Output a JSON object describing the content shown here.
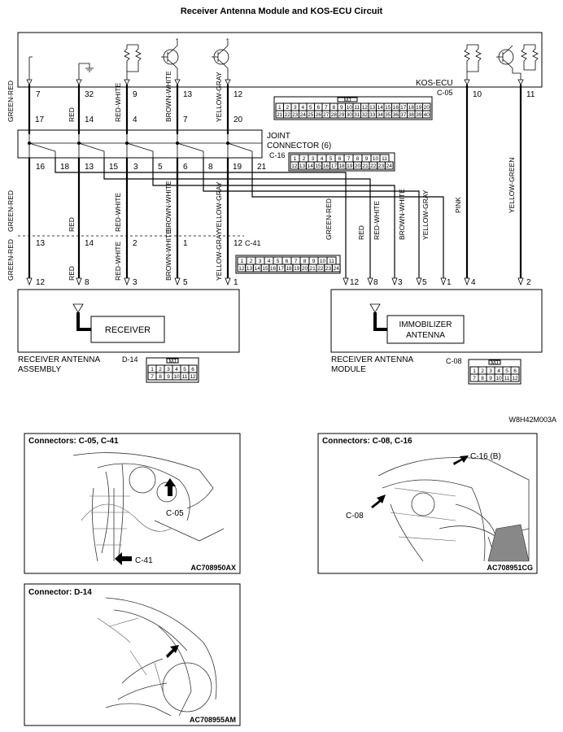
{
  "title": "Receiver Antenna  Module and KOS-ECU Circuit",
  "ecu": {
    "name": "KOS-ECU",
    "connector": "C-05",
    "pins": [
      "7",
      "32",
      "9",
      "13",
      "12",
      "10",
      "11"
    ],
    "connector_top_row": [
      "1",
      "2",
      "3",
      "4",
      "5",
      "6",
      "7",
      "8",
      "9",
      "10",
      "11",
      "12",
      "13",
      "14",
      "15",
      "16",
      "17",
      "18",
      "19",
      "20"
    ],
    "connector_bottom_row": [
      "21",
      "22",
      "23",
      "24",
      "25",
      "26",
      "27",
      "28",
      "29",
      "30",
      "31",
      "32",
      "33",
      "34",
      "35",
      "36",
      "37",
      "38",
      "39",
      "40"
    ]
  },
  "joint_connector": {
    "name": "JOINT CONNECTOR (6)",
    "connector": "C-16",
    "top_pins": [
      "17",
      "14",
      "4",
      "7",
      "20"
    ],
    "bottom_pins": [
      "16",
      "18",
      "13",
      "15",
      "3",
      "5",
      "6",
      "8",
      "19",
      "21"
    ],
    "connector_top_row": [
      "1",
      "2",
      "3",
      "4",
      "5",
      "6",
      "7",
      "8",
      "9",
      "10",
      "11"
    ],
    "connector_bottom_row": [
      "12",
      "13",
      "14",
      "15",
      "16",
      "17",
      "18",
      "19",
      "20",
      "21",
      "22",
      "23",
      "24"
    ]
  },
  "intermediate_connector": {
    "connector": "C-41",
    "pins": [
      "13",
      "14",
      "2",
      "1",
      "12"
    ],
    "connector_top_row": [
      "1",
      "2",
      "3",
      "4",
      "5",
      "6",
      "7",
      "8",
      "9",
      "10",
      "11"
    ],
    "connector_bottom_row": [
      "12",
      "13",
      "14",
      "15",
      "16",
      "17",
      "18",
      "19",
      "20",
      "21",
      "22",
      "23",
      "24"
    ]
  },
  "wire_colors": {
    "green_red": "GREEN-RED",
    "red": "RED",
    "red_white": "RED-WHITE",
    "brown_white": "BROWN-WHITE",
    "yellow_gray": "YELLOW-GRAY",
    "yellow_green": "YELLOW-GREEN",
    "pink": "PINK"
  },
  "receiver_assembly": {
    "title_line1": "RECEIVER ANTENNA",
    "title_line2": "ASSEMBLY",
    "connector": "D-14",
    "component": "RECEIVER",
    "pins": [
      "12",
      "8",
      "3",
      "5",
      "1"
    ],
    "connector_top_row": [
      "1",
      "2",
      "3",
      "4",
      "5",
      "6"
    ],
    "connector_bottom_row": [
      "7",
      "8",
      "9",
      "10",
      "11",
      "12"
    ]
  },
  "antenna_module": {
    "title_line1": "RECEIVER ANTENNA",
    "title_line2": "MODULE",
    "connector": "C-08",
    "component_line1": "IMMOBILIZER",
    "component_line2": "ANTENNA",
    "pins": [
      "12",
      "8",
      "3",
      "5",
      "1",
      "4",
      "2"
    ],
    "connector_top_row": [
      "1",
      "2",
      "3",
      "4",
      "5",
      "6"
    ],
    "connector_bottom_row": [
      "7",
      "8",
      "9",
      "10",
      "11",
      "12"
    ]
  },
  "diagram_code": "W8H42M003A",
  "photos": [
    {
      "title": "Connectors: C-05, C-41",
      "code": "AC708950AX",
      "callouts": [
        "C-05",
        "C-41"
      ]
    },
    {
      "title": "Connectors: C-08, C-16",
      "code": "AC708951CG",
      "callouts": [
        "C-16 (B)",
        "C-08"
      ]
    },
    {
      "title": "Connector: D-14",
      "code": "AC708955AM",
      "callouts": []
    }
  ]
}
